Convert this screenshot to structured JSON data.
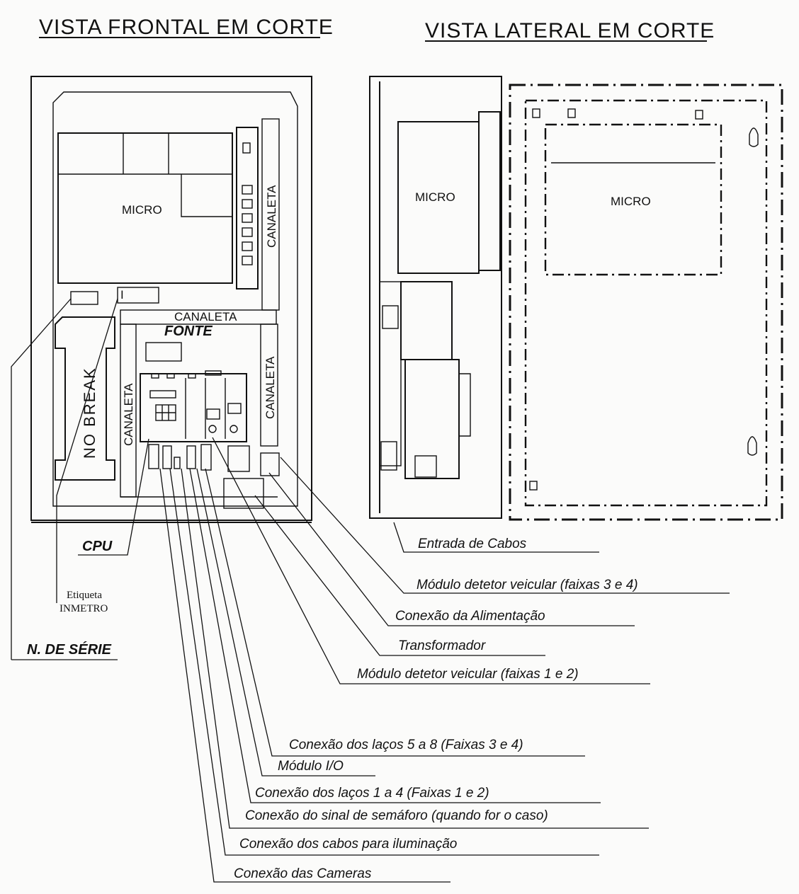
{
  "titles": {
    "front": "VISTA FRONTAL EM CORTE",
    "side": "VISTA LATERAL EM CORTE"
  },
  "front": {
    "micro": "MICRO",
    "canaleta": "CANALETA",
    "fonte": "FONTE",
    "no_break": "NO BREAK"
  },
  "side": {
    "micro": "MICRO"
  },
  "labels": {
    "cpu": "CPU",
    "etiqueta_1": "Etiqueta",
    "etiqueta_2": "INMETRO",
    "serie": "N. DE SÉRIE",
    "entrada": "Entrada de Cabos",
    "detetor_34": "Módulo detetor veicular (faixas 3 e 4)",
    "alimentacao": "Conexão da Alimentação",
    "transformador": "Transformador",
    "detetor_12": "Módulo detetor veicular (faixas 1 e 2)",
    "lacos_58": "Conexão dos laços 5 a 8 (Faixas 3 e 4)",
    "modulo_io": "Módulo I/O",
    "lacos_14": "Conexão dos laços 1 a 4 (Faixas 1 e 2)",
    "semaforo": "Conexão do sinal de semáforo (quando for o caso)",
    "iluminacao": "Conexão dos cabos para iluminação",
    "cameras": "Conexão das Cameras"
  }
}
